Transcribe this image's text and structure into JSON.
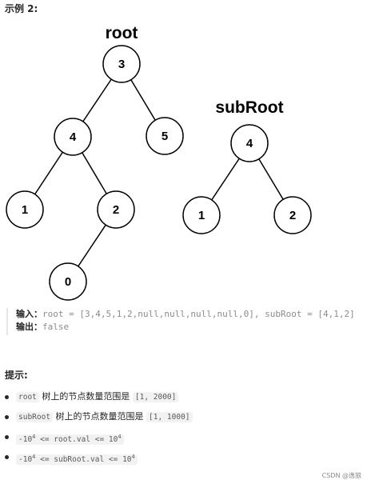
{
  "heading": "示例 2:",
  "trees": {
    "root": {
      "label": "root",
      "nodes": [
        {
          "id": "r3",
          "value": "3"
        },
        {
          "id": "r4",
          "value": "4"
        },
        {
          "id": "r5",
          "value": "5"
        },
        {
          "id": "r1",
          "value": "1"
        },
        {
          "id": "r2",
          "value": "2"
        },
        {
          "id": "r0",
          "value": "0"
        }
      ]
    },
    "subRoot": {
      "label": "subRoot",
      "nodes": [
        {
          "id": "s4",
          "value": "4"
        },
        {
          "id": "s1",
          "value": "1"
        },
        {
          "id": "s2",
          "value": "2"
        }
      ]
    }
  },
  "io": {
    "input_label": "输入：",
    "input_value": "root = [3,4,5,1,2,null,null,null,null,0], subRoot = [4,1,2]",
    "output_label": "输出：",
    "output_value": "false"
  },
  "hints": {
    "title": "提示:",
    "items": [
      {
        "code1": "root",
        "text": " 树上的节点数量范围是 ",
        "code2": "[1, 2000]"
      },
      {
        "code1": "subRoot",
        "text": " 树上的节点数量范围是 ",
        "code2": "[1, 1000]"
      },
      {
        "base1": "-10",
        "exp1": "4",
        "middle": " <= root.val <= ",
        "base2": "10",
        "exp2": "4"
      },
      {
        "base1": "-10",
        "exp1": "4",
        "middle": " <= subRoot.val <= ",
        "base2": "10",
        "exp2": "4"
      }
    ]
  },
  "watermark": "CSDN @逸狼"
}
